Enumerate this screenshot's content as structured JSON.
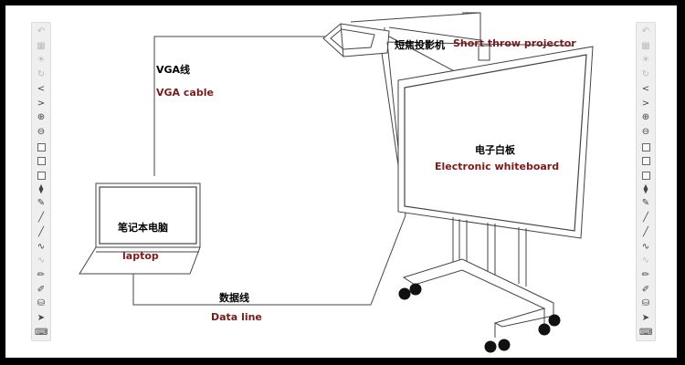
{
  "labels": {
    "vga_cn": "VGA线",
    "vga_en": "VGA cable",
    "projector_cn": "短焦投影机",
    "projector_en": "Short throw projector",
    "whiteboard_cn": "电子白板",
    "whiteboard_en": "Electronic whiteboard",
    "laptop_cn": "笔记本电脑",
    "laptop_en": "laptop",
    "dataline_cn": "数据线",
    "dataline_en": "Data line"
  },
  "toolbar_icons": [
    {
      "name": "undo-icon",
      "glyph": "↶",
      "dim": true
    },
    {
      "name": "grid-icon",
      "glyph": "▦",
      "dim": true
    },
    {
      "name": "sun-icon",
      "glyph": "☀",
      "dim": true
    },
    {
      "name": "refresh-icon",
      "glyph": "↻",
      "dim": true
    },
    {
      "name": "prev-icon",
      "glyph": "<",
      "dim": false
    },
    {
      "name": "next-icon",
      "glyph": ">",
      "dim": false
    },
    {
      "name": "zoom-in-icon",
      "glyph": "⊕",
      "dim": false
    },
    {
      "name": "zoom-out-icon",
      "glyph": "⊖",
      "dim": false
    },
    {
      "name": "square-icon",
      "glyph": "",
      "dim": false,
      "box": true
    },
    {
      "name": "square-icon",
      "glyph": "",
      "dim": false,
      "box": true
    },
    {
      "name": "square-icon",
      "glyph": "",
      "dim": false,
      "box": true
    },
    {
      "name": "eraser-icon",
      "glyph": "⧫",
      "dim": false
    },
    {
      "name": "marker-icon",
      "glyph": "✎",
      "dim": false
    },
    {
      "name": "pen-icon",
      "glyph": "╱",
      "dim": false
    },
    {
      "name": "line-icon",
      "glyph": "╱",
      "dim": false
    },
    {
      "name": "wave-icon",
      "glyph": "∿",
      "dim": false
    },
    {
      "name": "wave-icon",
      "glyph": "∿",
      "dim": true
    },
    {
      "name": "pencil-icon",
      "glyph": "✏",
      "dim": false
    },
    {
      "name": "brush-icon",
      "glyph": "✐",
      "dim": false
    },
    {
      "name": "bucket-icon",
      "glyph": "⛁",
      "dim": false
    },
    {
      "name": "cursor-icon",
      "glyph": "➤",
      "dim": false
    },
    {
      "name": "keyboard-icon",
      "glyph": "⌨",
      "dim": false
    }
  ],
  "colors": {
    "label_en": "#7a1a1a",
    "label_cn": "#000000",
    "line": "#444444",
    "frame": "#000000"
  }
}
